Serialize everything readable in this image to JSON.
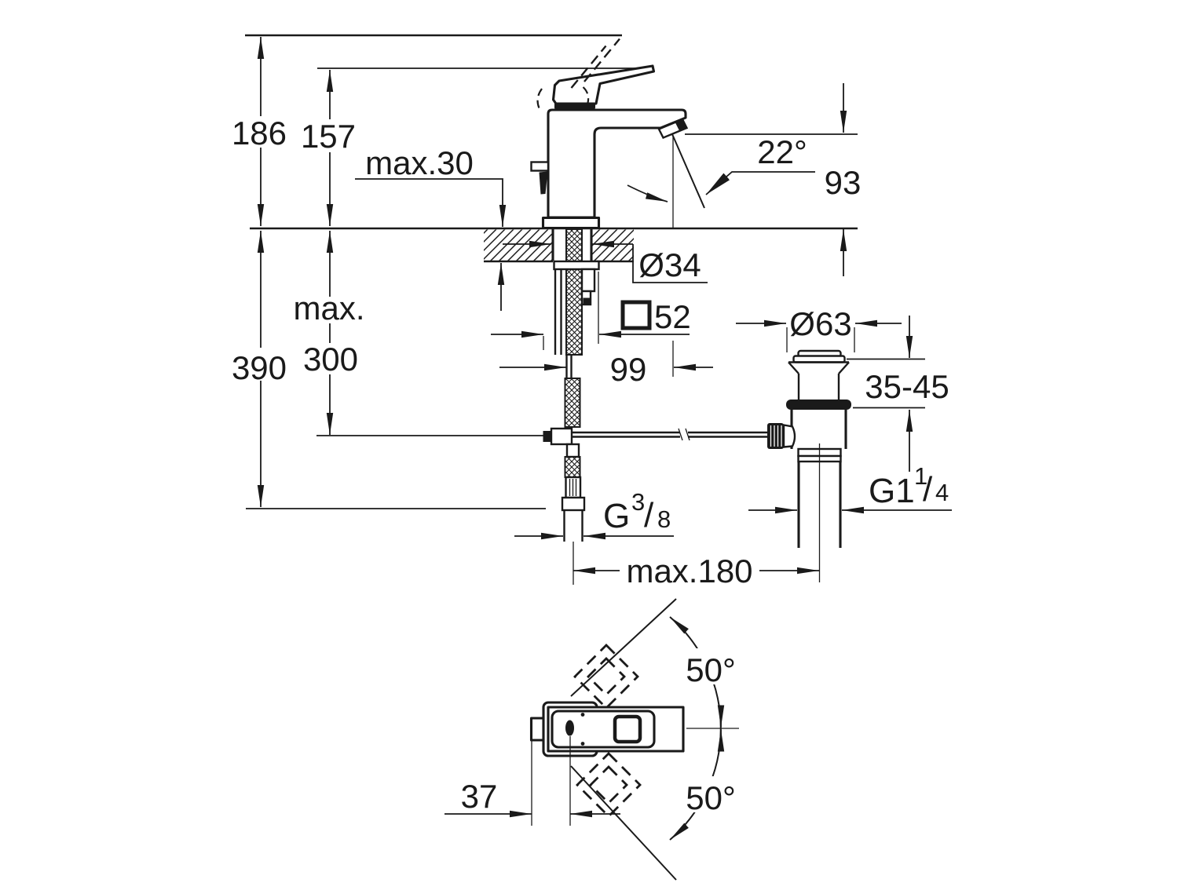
{
  "app": {
    "type": "technical-dimension-drawing",
    "subject": "single-lever basin mixer with pop-up waste, side view and plan view"
  },
  "colors": {
    "background": "#ffffff",
    "ink": "#1a1a1a"
  },
  "labels": {
    "total_height": "186",
    "spout_tip_height": "157",
    "max_deck_thickness": "max.30",
    "spray_angle": "22°",
    "spout_outlet_height": "93",
    "tap_hole_diameter": "Ø34",
    "body_square_size": "52",
    "max_prefix": "max.",
    "max_rod_depth": "300",
    "install_depth": "390",
    "spout_projection": "99",
    "waste_flange_diameter": "Ø63",
    "basin_thickness_range": "35-45",
    "supply_thread_base": "G",
    "supply_thread_sup": "3",
    "supply_thread_slash": "/",
    "supply_thread_sub": "8",
    "waste_thread_base": "G1",
    "waste_thread_sup": "1",
    "waste_thread_slash": "/",
    "waste_thread_sub": "4",
    "max_waste_offset": "max.180",
    "handle_pin_offset": "37",
    "handle_swing_upper": "50°",
    "handle_swing_lower": "50°"
  }
}
